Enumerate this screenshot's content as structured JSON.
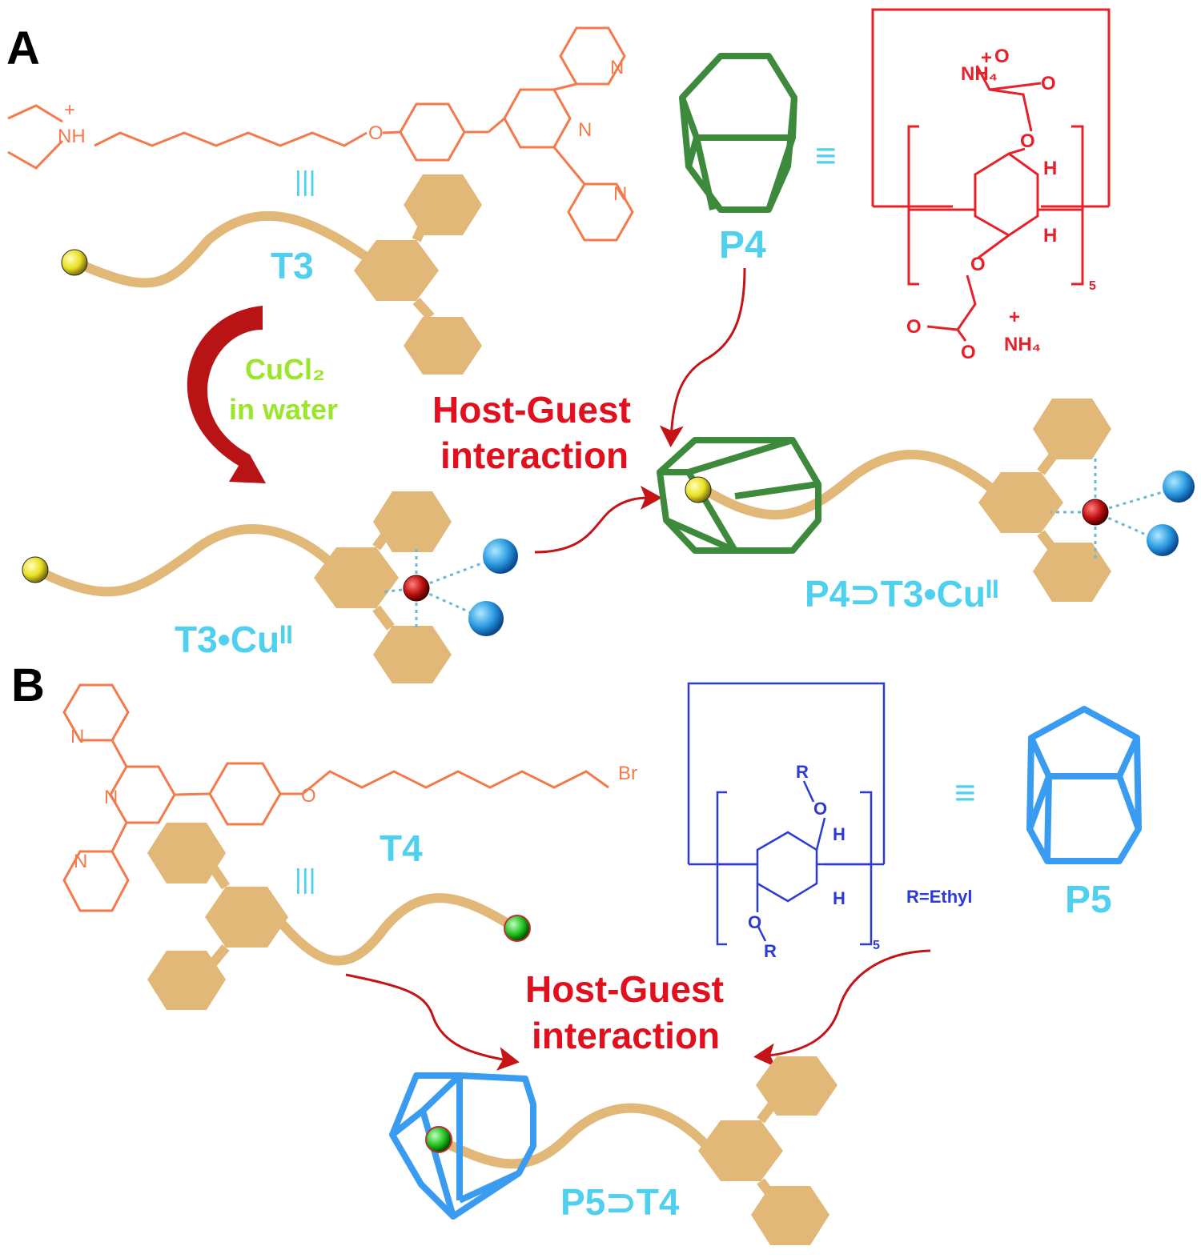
{
  "panels": {
    "a": "A",
    "b": "B"
  },
  "section_a": {
    "ammonium": "NH",
    "plus_sign": "+",
    "oxygen": "O",
    "nitrogen": "N",
    "equiv": "|||",
    "t3_label": "T3",
    "reagent_line1": "CuCl₂",
    "reagent_line2": "in water",
    "hg_line1": "Host-Guest",
    "hg_line2": "interaction",
    "t3cu_label": "T3•Cuᴵᴵ",
    "p4_label": "P4",
    "equiv_p4": "≡",
    "p4_nh4": "NH₄",
    "p4_carbonyl": "O",
    "p4_ether": "O",
    "p4_h": "H",
    "p4_n": "5",
    "complex_label": "P4⊃T3•Cuᴵᴵ"
  },
  "section_b": {
    "nitrogen": "N",
    "oxygen": "O",
    "bromine": "Br",
    "equiv": "|||",
    "t4_label": "T4",
    "r_group": "R",
    "h": "H",
    "n": "5",
    "r_def": "R=Ethyl",
    "equiv_p5": "≡",
    "p5_label": "P5",
    "hg_line1": "Host-Guest",
    "hg_line2": "interaction",
    "complex_label": "P5⊃T4"
  },
  "colors": {
    "orange": "#f4794b",
    "red": "#e8202a",
    "blue": "#2c3ad8",
    "cyan": "#4fd0ee",
    "tan": "#e2b878",
    "green_box": "#3e8a3c",
    "blue_box": "#3a9cf0",
    "arrow": "#c41418"
  }
}
